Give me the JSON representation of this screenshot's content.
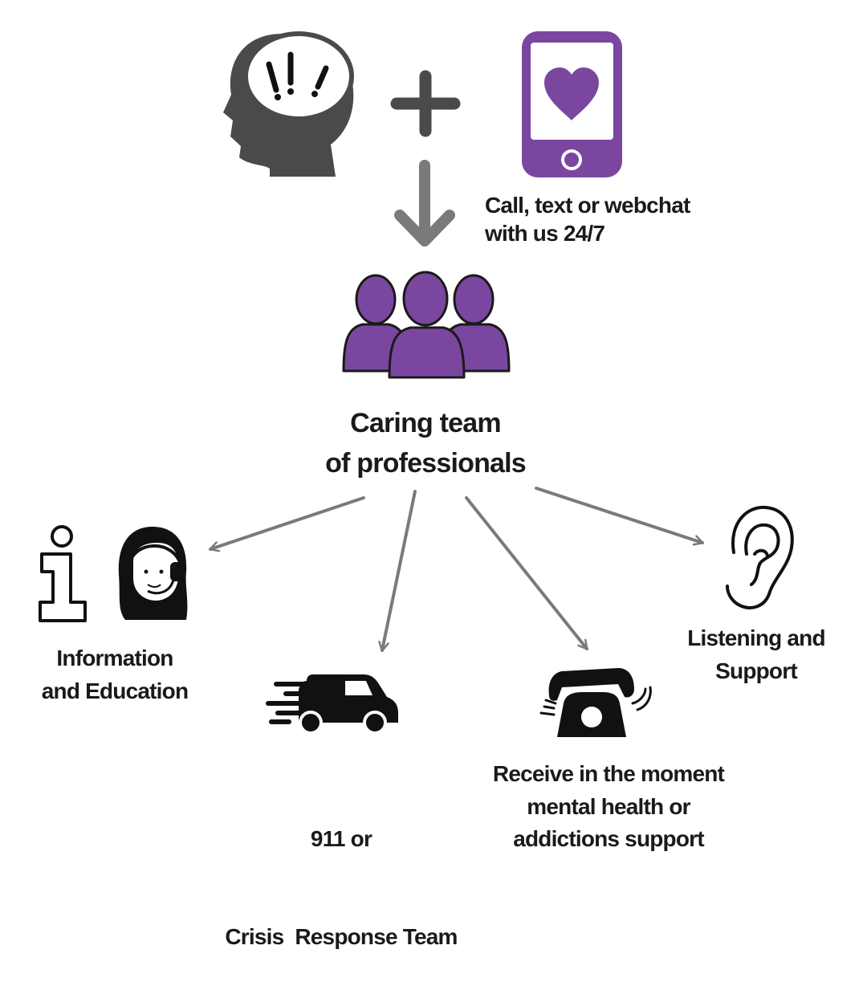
{
  "top_label": {
    "line1": "Call, text or webchat",
    "line2": "with us 24/7"
  },
  "team_label": {
    "line1": "Caring team",
    "line2": "of professionals"
  },
  "outcomes": [
    {
      "id": "information",
      "line1": "Information",
      "line2": "and Education",
      "icon": "info-headset-agent-icon"
    },
    {
      "id": "crisis",
      "line1": "911 or",
      "line2": "Crisis  Response Team",
      "icon": "speeding-van-icon"
    },
    {
      "id": "support",
      "line1": "Receive in the moment",
      "line2": "mental health or",
      "line3": "addictions support",
      "icon": "rotary-telephone-icon"
    },
    {
      "id": "listening",
      "line1": "Listening and",
      "line2": "Support",
      "icon": "ear-icon"
    }
  ],
  "colors": {
    "purple": "#7a46a0",
    "dark_gray": "#4a4a4a",
    "arrow_gray": "#7a7a7a",
    "black": "#111111"
  },
  "icons": [
    "distressed-head-icon",
    "plus-icon",
    "phone-heart-icon",
    "down-arrow-icon",
    "team-people-icon"
  ]
}
